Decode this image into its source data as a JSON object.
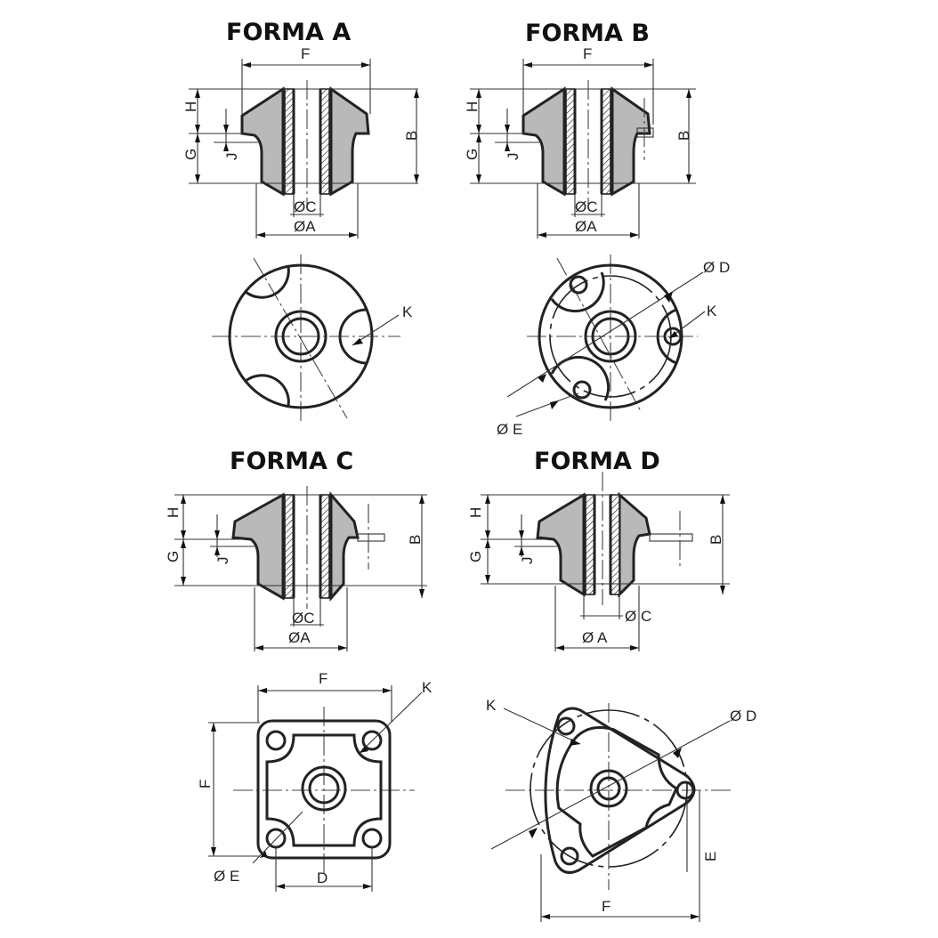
{
  "titles": {
    "a": "FORMA A",
    "b": "FORMA B",
    "c": "FORMA C",
    "d": "FORMA D"
  },
  "labels": {
    "F": "F",
    "H": "H",
    "G": "G",
    "J": "J",
    "B": "B",
    "C_small": "ØC",
    "A_small": "ØA",
    "C_spaced": "Ø C",
    "A_spaced": "Ø A",
    "D_spaced": "Ø D",
    "E_spaced": "Ø E",
    "K": "K",
    "D": "D",
    "E": "E"
  }
}
